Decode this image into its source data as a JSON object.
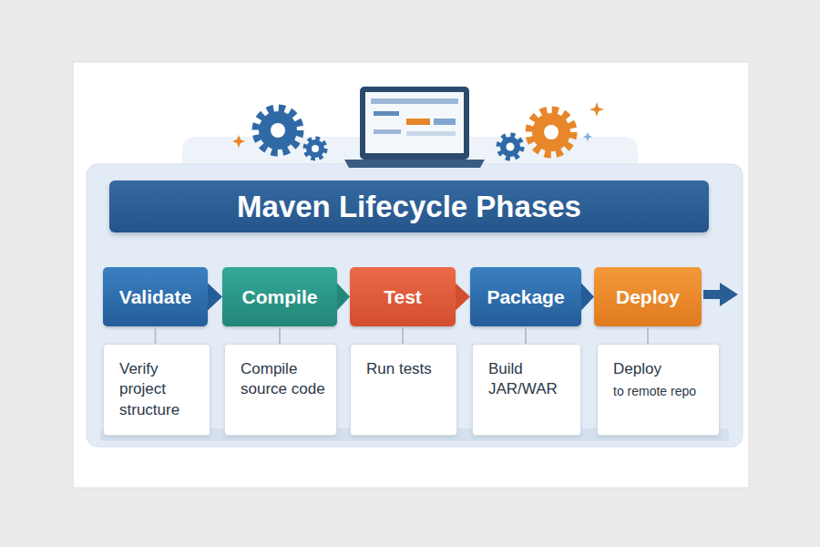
{
  "diagram": {
    "title": "Maven Lifecycle Phases",
    "nodes": [
      {
        "text": [
          "Validate"
        ]
      },
      {
        "text": [
          "Compile"
        ]
      },
      {
        "text": [
          "Test"
        ]
      },
      {
        "text": [
          "Package"
        ]
      },
      {
        "text": [
          "Deploy"
        ]
      },
      {
        "text": [
          "Verify project structure"
        ]
      },
      {
        "text": [
          "Compile source code"
        ]
      },
      {
        "text": [
          "Run tests"
        ]
      },
      {
        "text": [
          "Build JAR/WAR"
        ]
      },
      {
        "text": [
          "Deploy",
          "to remote repo"
        ]
      }
    ],
    "edges": [
      {
        "from": 0,
        "to": 1,
        "arrow": "to"
      },
      {
        "from": 1,
        "to": 2,
        "arrow": "to"
      },
      {
        "from": 2,
        "to": 3,
        "arrow": "to"
      },
      {
        "from": 3,
        "to": 4,
        "arrow": "to"
      },
      {
        "from": 0,
        "to": 5,
        "arrow": "none"
      },
      {
        "from": 1,
        "to": 6,
        "arrow": "none"
      },
      {
        "from": 2,
        "to": 7,
        "arrow": "none"
      },
      {
        "from": 3,
        "to": 8,
        "arrow": "none"
      },
      {
        "from": 4,
        "to": 9,
        "arrow": "none"
      }
    ]
  }
}
